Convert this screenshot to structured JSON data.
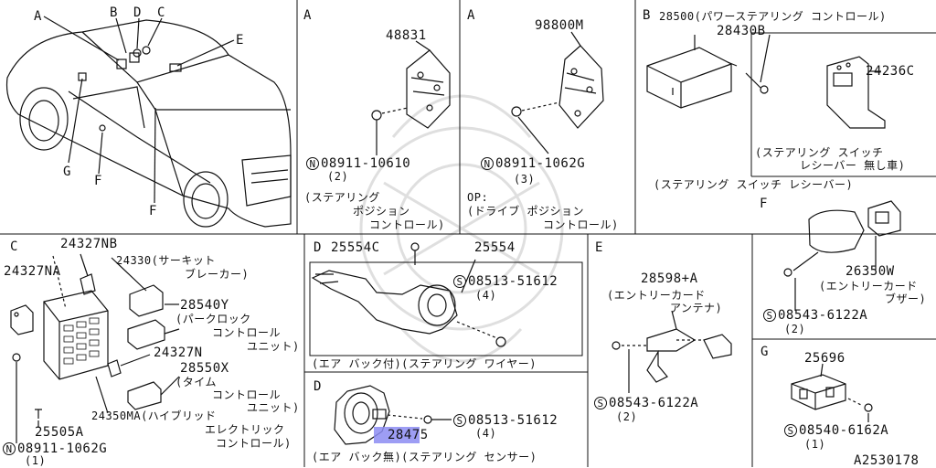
{
  "panelA1": {
    "letter": "A",
    "part": "48831",
    "nut_prefix": "N",
    "nut_code": "08911-10610",
    "nut_qty": "(2)",
    "caption": [
      "(ステアリング",
      "ポジション",
      "コントロール)"
    ]
  },
  "panelA2": {
    "letter": "A",
    "part": "98800M",
    "nut_prefix": "N",
    "nut_code": "08911-1062G",
    "nut_qty": "(3)",
    "op_label": "OP:",
    "caption": [
      "(ドライブ  ポジション",
      "コントロール)"
    ]
  },
  "panelB": {
    "letter": "B",
    "part_main": "28500(パワーステアリング コントロール)",
    "part_bolt": "28430B",
    "part_bracket": "24236C",
    "note": [
      "(ステアリング スイッチ",
      "レシーバー  無し車)"
    ],
    "caption": "(ステアリング  スイッチ レシーバー)"
  },
  "car": {
    "labels": [
      "A",
      "B",
      "D",
      "C",
      "E",
      "G",
      "F",
      "F"
    ]
  },
  "panelC": {
    "letter": "C",
    "p1": "24327NB",
    "p2": "24327NA",
    "p3": "24330(サーキット",
    "p3b": "ブレーカー)",
    "p4": "28540Y",
    "p4b": [
      "(パークロック",
      "コントロール",
      "ユニット)"
    ],
    "p5": "24327N",
    "p6": "28550X",
    "p6b": [
      "(タイム",
      "コントロール",
      "ユニット)"
    ],
    "p7": "24350MA(ハイブリッド",
    "p7b": [
      "エレクトリック",
      "コントロール)"
    ],
    "p8": "25505A",
    "nut_prefix": "N",
    "nut_code": "08911-1062G",
    "nut_qty": "(1)"
  },
  "panelD1": {
    "letter": "D",
    "p1": "25554C",
    "p2": "25554",
    "screw_prefix": "S",
    "screw_code": "08513-51612",
    "screw_qty": "(4)",
    "caption": "(エア バック付)(ステアリング  ワイヤー)"
  },
  "panelD2": {
    "letter": "D",
    "screw_prefix": "S",
    "screw_code": "08513-51612",
    "screw_qty": "(4)",
    "part": "28475",
    "caption": "(エア  バック無)(ステアリング  センサー)"
  },
  "panelE": {
    "letter": "E",
    "part": "28598+A",
    "part_b": [
      "(エントリーカード",
      "アンテナ)"
    ],
    "screw_prefix": "S",
    "screw_code": "08543-6122A",
    "screw_qty": "(2)"
  },
  "panelF": {
    "letter": "F",
    "part": "26350W",
    "part_b": [
      "(エントリーカード",
      "ブザー)"
    ],
    "screw_prefix": "S",
    "screw_code": "08543-6122A",
    "screw_qty": "(2)"
  },
  "panelG": {
    "letter": "G",
    "part": "25696",
    "screw_prefix": "S",
    "screw_code": "08540-6162A",
    "screw_qty": "(1)"
  },
  "footer": {
    "ref": "A2530178"
  },
  "colors": {
    "line": "#111111",
    "highlight": "#8c8cf2",
    "watermark": "#dcdcdc"
  }
}
